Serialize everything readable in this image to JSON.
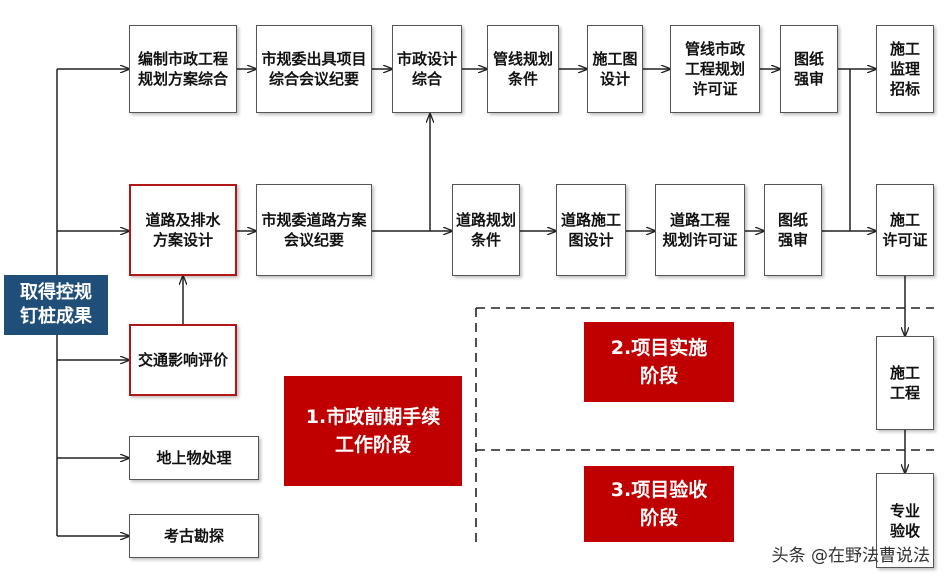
{
  "nodes": {
    "n_start": "取得控规\n钉桩成果",
    "n_plan_compile": "编制市政工程\n规划方案综合",
    "n_meeting_summary": "市规委出具项目\n综合会议纪要",
    "n_muni_design": "市政设计\n综合",
    "n_pipeline_cond": "管线规划\n条件",
    "n_construct_design": "施工图\n设计",
    "n_pipeline_permit": "管线市政\n工程规划\n许可证",
    "n_review1": "图纸\n强审",
    "n_supervision": "施工\n监理\n招标",
    "n_road_drain": "道路及排水\n方案设计",
    "n_road_meeting": "市规委道路方案\n会议纪要",
    "n_road_cond": "道路规划\n条件",
    "n_road_construct": "道路施工\n图设计",
    "n_road_permit": "道路工程\n规划许可证",
    "n_review2": "图纸\n强审",
    "n_build_permit": "施工\n许可证",
    "n_traffic": "交通影响评价",
    "n_ground": "地上物处理",
    "n_archaeo": "考古勘探",
    "n_construction": "施工\n工程",
    "n_acceptance": "专业\n验收"
  },
  "stages": {
    "stage1": "1.市政前期手续\n工作阶段",
    "stage2": "2.项目实施\n阶段",
    "stage3": "3.项目验收\n阶段"
  },
  "watermark": "头条 @在野法曹说法",
  "colors": {
    "stage_red": "#c00000",
    "start_blue": "#1f4e79",
    "highlight_border": "#b01818"
  }
}
